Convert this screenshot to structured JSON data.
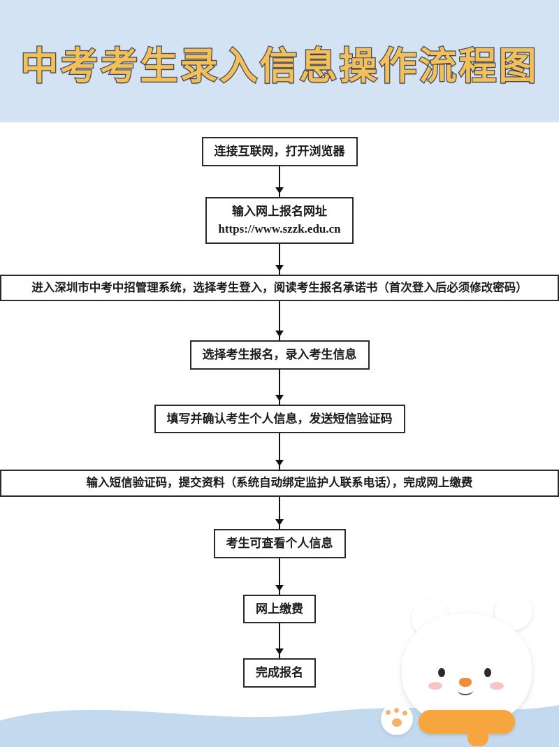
{
  "title": "中考考生录入信息操作流程图",
  "flow": {
    "steps": [
      {
        "label": "连接互联网，打开浏览器"
      },
      {
        "label": "输入网上报名网址",
        "url": "https://www.szzk.edu.cn"
      },
      {
        "label": "进入深圳市中考中招管理系统，选择考生登入，阅读考生报名承诺书（首次登入后必须修改密码）"
      },
      {
        "label": "选择考生报名，录入考生信息"
      },
      {
        "label": "填写并确认考生个人信息，发送短信验证码"
      },
      {
        "label": "输入短信验证码，提交资料（系统自动绑定监护人联系电话），完成网上缴费"
      },
      {
        "label": "考生可查看个人信息"
      },
      {
        "label": "网上缴费"
      },
      {
        "label": "完成报名"
      }
    ]
  },
  "mascot": {
    "name": "bear-mascot",
    "scarf_color": "#f6a53f"
  },
  "colors": {
    "background": "#d3e3f3",
    "panel": "#ffffff",
    "title_fill": "#f2c05a",
    "title_outline": "#474751",
    "box_border": "#2b2b2b",
    "arrow": "#111111",
    "wave": "#c3daee"
  }
}
